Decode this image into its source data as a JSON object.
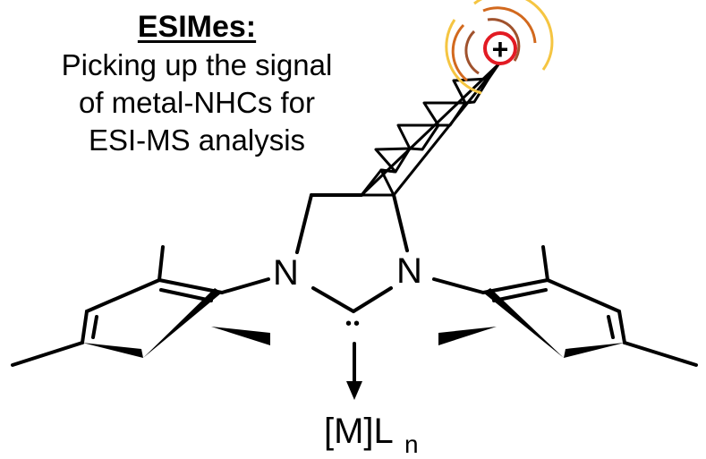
{
  "caption": {
    "title": "ESIMes:",
    "lines": [
      "Picking up the signal",
      "of metal-NHCs for",
      "ESI-MS analysis"
    ]
  },
  "structure": {
    "atom_n_left": "N",
    "atom_n_right": "N",
    "carbene_dots": "••",
    "metal_bracket": "[M]L",
    "metal_subscript": "n",
    "charge_symbol": "+"
  },
  "colors": {
    "bond": "#000000",
    "charge_ring": "#e21b23",
    "signal_ring_inner": "#a0522d",
    "signal_ring_mid": "#d2691e",
    "signal_ring_outer": "#f5c542"
  }
}
